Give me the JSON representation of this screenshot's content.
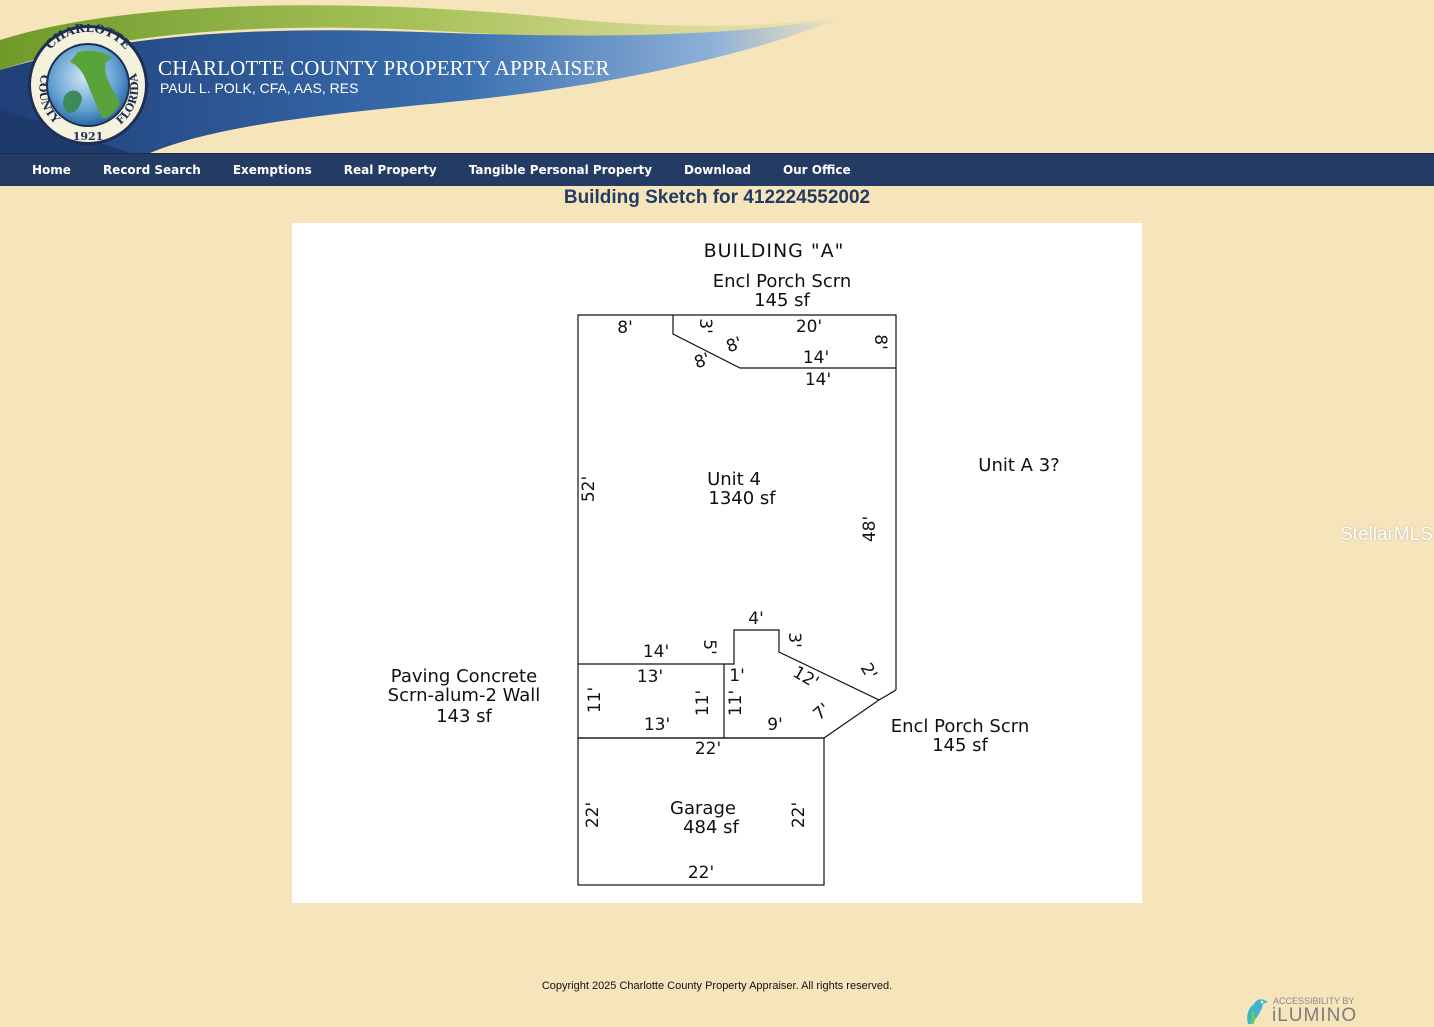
{
  "header": {
    "org_name": "CHARLOTTE COUNTY PROPERTY APPRAISER",
    "appraiser": "PAUL L. POLK, CFA, AAS, RES",
    "seal": {
      "top_text": "CHARLOTTE",
      "left_text": "COUNTY",
      "right_text": "FLORIDA",
      "year": "1921"
    }
  },
  "nav": {
    "items": [
      "Home",
      "Record Search",
      "Exemptions",
      "Real Property",
      "Tangible Personal Property",
      "Download",
      "Our Office"
    ]
  },
  "page": {
    "title": "Building Sketch for 412224552002"
  },
  "sketch": {
    "building_title": "BUILDING \"A\"",
    "top_porch": {
      "name": "Encl Porch Scrn",
      "area": "145 sf"
    },
    "unit": {
      "name": "Unit 4",
      "area": "1340 sf"
    },
    "unit_label": "Unit A 3?",
    "paving": {
      "line1": "Paving Concrete",
      "line2": "Scrn-alum-2 Wall",
      "area": "143 sf"
    },
    "right_porch": {
      "name": "Encl Porch Scrn",
      "area": "145 sf"
    },
    "garage": {
      "name": "Garage",
      "area": "484 sf"
    },
    "dims": {
      "top_left": "8'",
      "porch_notch": "3'",
      "porch_top": "20'",
      "porch_right": "8'",
      "porch_diag_a": "8'",
      "porch_diag_b": "8'",
      "porch_inner_bottom": "14'",
      "porch_bottom": "14'",
      "left_wall": "52'",
      "right_wall": "48'",
      "bump_top": "4'",
      "bump_left": "5'",
      "bump_right": "3'",
      "unit_bottom_left": "14'",
      "diag_corner": "2'",
      "paving_top": "13'",
      "paving_bottom": "13'",
      "paving_left": "11'",
      "paving_right": "11'",
      "porch_step": "1'",
      "porch_left": "11'",
      "porch_diag": "12'",
      "porch_lower_diag": "7'",
      "porch_base": "9'",
      "garage_top": "22'",
      "garage_left": "22'",
      "garage_right": "22'",
      "garage_bottom": "22'"
    }
  },
  "watermark": "StellarMLS",
  "footer": {
    "copyright": "Copyright 2025 Charlotte County Property Appraiser. All rights reserved."
  },
  "accessibility": {
    "small": "ACCESSIBILITY BY",
    "brand": "iLUMINO"
  }
}
